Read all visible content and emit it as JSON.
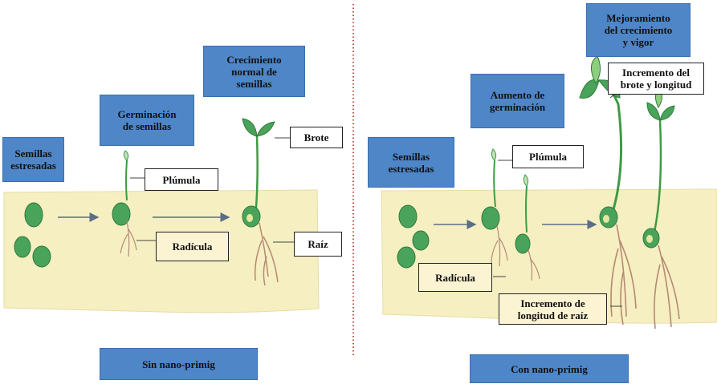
{
  "left": {
    "stressed": "Semillas\nestresadas",
    "germination": "Germinación\nde semillas",
    "normal_growth": "Crecimiento\nnormal de\nsemillas",
    "plumule": "Plúmula",
    "radicle": "Radícula",
    "shoot": "Brote",
    "root": "Raíz",
    "footer": "Sin nano-primig"
  },
  "right": {
    "stressed": "Semillas\nestresadas",
    "increased_germination": "Aumento de\ngerminación",
    "improved_growth": "Mejoramiento\ndel crecimiento\ny vigor",
    "shoot_increase": "Incremento del\nbrote y longitud",
    "plumule": "Plúmula",
    "radicle": "Radícula",
    "root_increase": "Incremento de\nlongitud de raíz",
    "footer": "Con nano-primig"
  },
  "colors": {
    "soil": "#f6efc2",
    "box_blue": "#4e86c8",
    "seed_green": "#4aa35a",
    "stem_green": "#3f9a45",
    "root_brown": "#b58a74",
    "divider": "#c0504d"
  }
}
